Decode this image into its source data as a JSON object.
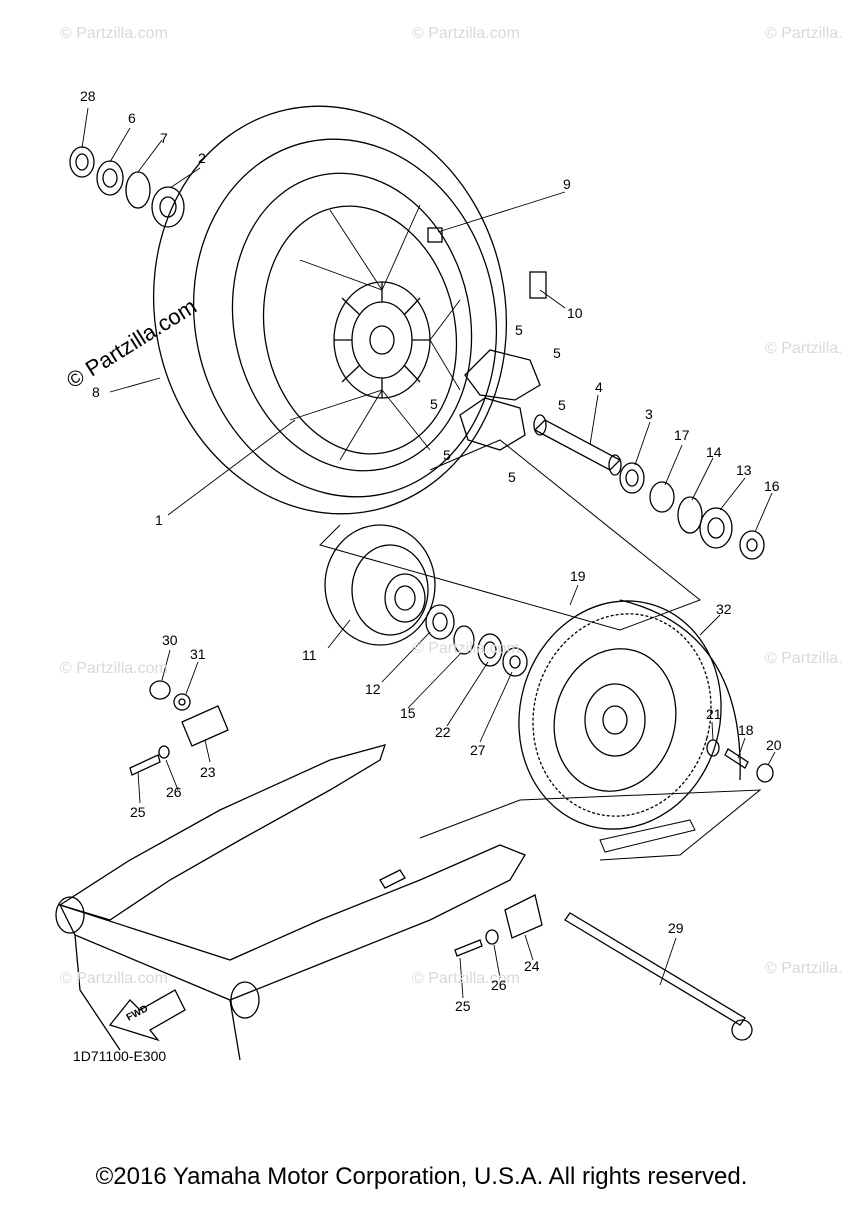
{
  "watermark": "© Partzilla.com",
  "callouts": [
    "28",
    "6",
    "7",
    "2",
    "9",
    "10",
    "8",
    "5",
    "5",
    "5",
    "5",
    "5",
    "5",
    "4",
    "3",
    "17",
    "14",
    "13",
    "16",
    "1",
    "19",
    "32",
    "11",
    "30",
    "31",
    "12",
    "15",
    "22",
    "27",
    "21",
    "18",
    "20",
    "23",
    "25",
    "26",
    "29",
    "24",
    "26",
    "25"
  ],
  "fwd_arrow_text": "FWD",
  "diagram_code": "1D71100-E300",
  "copyright": "©2016 Yamaha Motor Corporation, U.S.A. All rights reserved."
}
